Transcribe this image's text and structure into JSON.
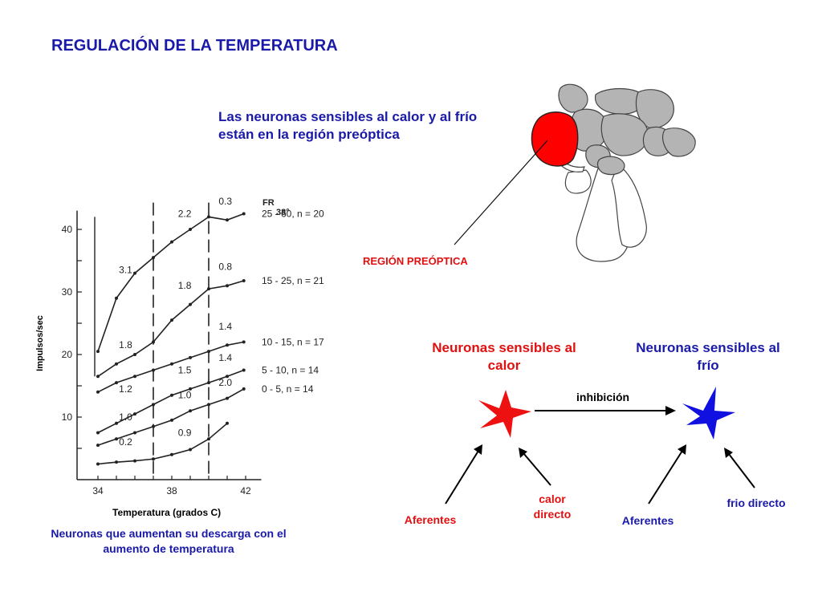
{
  "title": "REGULACIÓN DE LA TEMPERATURA",
  "intro_text": "Las neuronas sensibles al calor y al frío están en la región preóptica",
  "region_label": "REGIÓN PREÓPTICA",
  "colors": {
    "title_blue": "#1a1aa8",
    "warm_red": "#e01010",
    "cold_blue": "#1010e0",
    "preoptic_red": "#ff0000",
    "brain_gray": "#b4b4b4"
  },
  "diagram": {
    "warm_neurons": "Neuronas sensibles al calor",
    "cold_neurons": "Neuronas sensibles al frío",
    "inhibition": "inhibición",
    "afferents_warm": "Aferentes",
    "direct_warm": "calor directo",
    "afferents_cold": "Aferentes",
    "direct_cold": "frio directo",
    "icons": [
      "warm-neuron-icon",
      "cold-neuron-icon",
      "brain-icon"
    ]
  },
  "chart_caption": "Neuronas que aumentan su descarga con el aumento de temperatura",
  "chart_data": {
    "type": "line",
    "xlabel": "Temperatura (grados C)",
    "ylabel": "Impulsos/sec",
    "xlim": [
      34,
      42.5
    ],
    "ylim": [
      0,
      43
    ],
    "x_ticks": [
      34,
      38,
      42
    ],
    "y_ticks": [
      10,
      20,
      30,
      40
    ],
    "legend_header": "FR",
    "legend_header_sup": "38°",
    "reference_lines_x": [
      37,
      40
    ],
    "series": [
      {
        "name": "25 - 60, n = 20",
        "x": [
          34,
          35,
          36,
          37,
          38,
          39,
          40,
          41,
          41.9
        ],
        "y": [
          20.5,
          29,
          33,
          35.5,
          38,
          40,
          42,
          41.5,
          42.5
        ],
        "annotations": [
          {
            "x": 35.5,
            "y": 33,
            "text": "3.1"
          },
          {
            "x": 38.7,
            "y": 42,
            "text": "2.2"
          },
          {
            "x": 40.9,
            "y": 44,
            "text": "0.3"
          }
        ]
      },
      {
        "name": "15 - 25, n = 21",
        "x": [
          34,
          35,
          36,
          37,
          38,
          39,
          40,
          41,
          41.9
        ],
        "y": [
          16.5,
          18.5,
          20,
          22,
          25.5,
          28,
          30.5,
          31,
          31.8
        ],
        "annotations": [
          {
            "x": 38.7,
            "y": 30.5,
            "text": "1.8"
          },
          {
            "x": 40.9,
            "y": 33.5,
            "text": "0.8"
          }
        ]
      },
      {
        "name": "10 - 15, n = 17",
        "x": [
          34,
          35,
          36,
          37,
          38,
          39,
          40,
          41,
          41.9
        ],
        "y": [
          14,
          15.5,
          16.5,
          17.5,
          18.5,
          19.5,
          20.5,
          21.5,
          22
        ],
        "annotations": [
          {
            "x": 35.5,
            "y": 21,
            "text": "1.8"
          },
          {
            "x": 40.9,
            "y": 24,
            "text": "1.4"
          }
        ]
      },
      {
        "name": "5 - 10, n = 14",
        "x": [
          34,
          35,
          36,
          37,
          38,
          39,
          40,
          41,
          41.9
        ],
        "y": [
          7.5,
          9,
          10.5,
          12,
          13.5,
          14.5,
          15.5,
          16.5,
          17.5
        ],
        "annotations": [
          {
            "x": 35.5,
            "y": 14,
            "text": "1.2"
          },
          {
            "x": 38.7,
            "y": 17,
            "text": "1.5"
          },
          {
            "x": 40.9,
            "y": 19,
            "text": "1.4"
          }
        ]
      },
      {
        "name": "0 - 5, n = 14",
        "x": [
          34,
          35,
          36,
          37,
          38,
          39,
          40,
          41,
          41.9
        ],
        "y": [
          5.5,
          6.5,
          7.5,
          8.5,
          9.5,
          11,
          12,
          13,
          14.5
        ],
        "annotations": [
          {
            "x": 35.5,
            "y": 9.5,
            "text": "1.0"
          },
          {
            "x": 38.7,
            "y": 13,
            "text": "1.0"
          },
          {
            "x": 40.9,
            "y": 15,
            "text": "2.0"
          }
        ]
      },
      {
        "name": "",
        "x": [
          34,
          35,
          36,
          37,
          38,
          39,
          40,
          41
        ],
        "y": [
          2.5,
          2.8,
          3,
          3.3,
          4,
          4.8,
          6.5,
          9
        ],
        "annotations": [
          {
            "x": 35.5,
            "y": 5.5,
            "text": "0.2"
          },
          {
            "x": 38.7,
            "y": 7,
            "text": "0.9"
          }
        ]
      }
    ]
  }
}
